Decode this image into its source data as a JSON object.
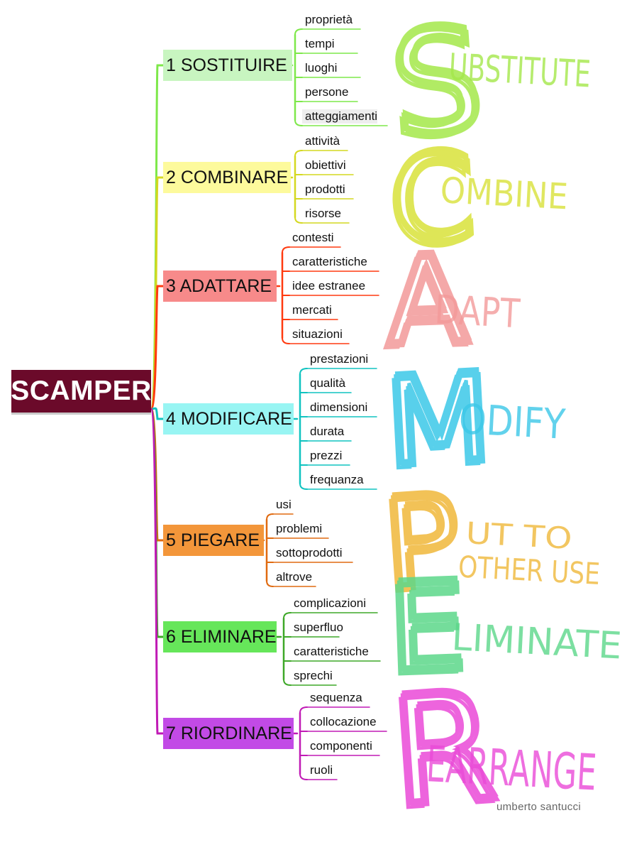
{
  "root": {
    "label": "SCAMPER",
    "color": "#6b0a2a"
  },
  "branches": [
    {
      "label": "1 SOSTITUIRE",
      "fill": "#c8f5c0",
      "line": "#7ee84a",
      "word": "UBSTITUTE",
      "letter": "S",
      "letter_color": "#a4e84a",
      "items": [
        "proprietà",
        "tempi",
        "luoghi",
        "persone",
        "atteggiamenti"
      ]
    },
    {
      "label": "2 COMBINARE",
      "fill": "#fdfa9c",
      "line": "#d4d820",
      "word": "OMBINE",
      "letter": "C",
      "letter_color": "#d9e23a",
      "items": [
        "attività",
        "obiettivi",
        "prodotti",
        "risorse"
      ]
    },
    {
      "label": "3 ADATTARE",
      "fill": "#f78a8a",
      "line": "#ff3a10",
      "word": "DAPT",
      "letter": "A",
      "letter_color": "#f39a9a",
      "items": [
        "contesti",
        "caratteristiche",
        "idee estranee",
        "mercati",
        "situazioni"
      ]
    },
    {
      "label": "4 MODIFICARE",
      "fill": "#98f5f3",
      "line": "#10c3c0",
      "word": "ODIFY",
      "letter": "M",
      "letter_color": "#3cc8e8",
      "items": [
        "prestazioni",
        "qualità",
        "dimensioni",
        "durata",
        "prezzi",
        "frequanza"
      ]
    },
    {
      "label": "5 PIEGARE",
      "fill": "#f3963a",
      "line": "#e06a10",
      "word": "UT TO OTHER USE",
      "letter": "P",
      "letter_color": "#f0b83a",
      "items": [
        "usi",
        "problemi",
        "sottoprodotti",
        "altrove"
      ]
    },
    {
      "label": "6 ELIMINARE",
      "fill": "#66e65a",
      "line": "#3ea828",
      "word": "LIMINATE",
      "letter": "E",
      "letter_color": "#5cd88a",
      "items": [
        "complicazioni",
        "superfluo",
        "caratteristiche",
        "sprechi"
      ]
    },
    {
      "label": "7 RIORDINARE",
      "fill": "#c24ae6",
      "line": "#c01ab5",
      "word": "EARRANGE",
      "letter": "R",
      "letter_color": "#ea4ad8",
      "items": [
        "sequenza",
        "collocazione",
        "componenti",
        "ruoli"
      ]
    }
  ],
  "credit": "umberto santucci"
}
